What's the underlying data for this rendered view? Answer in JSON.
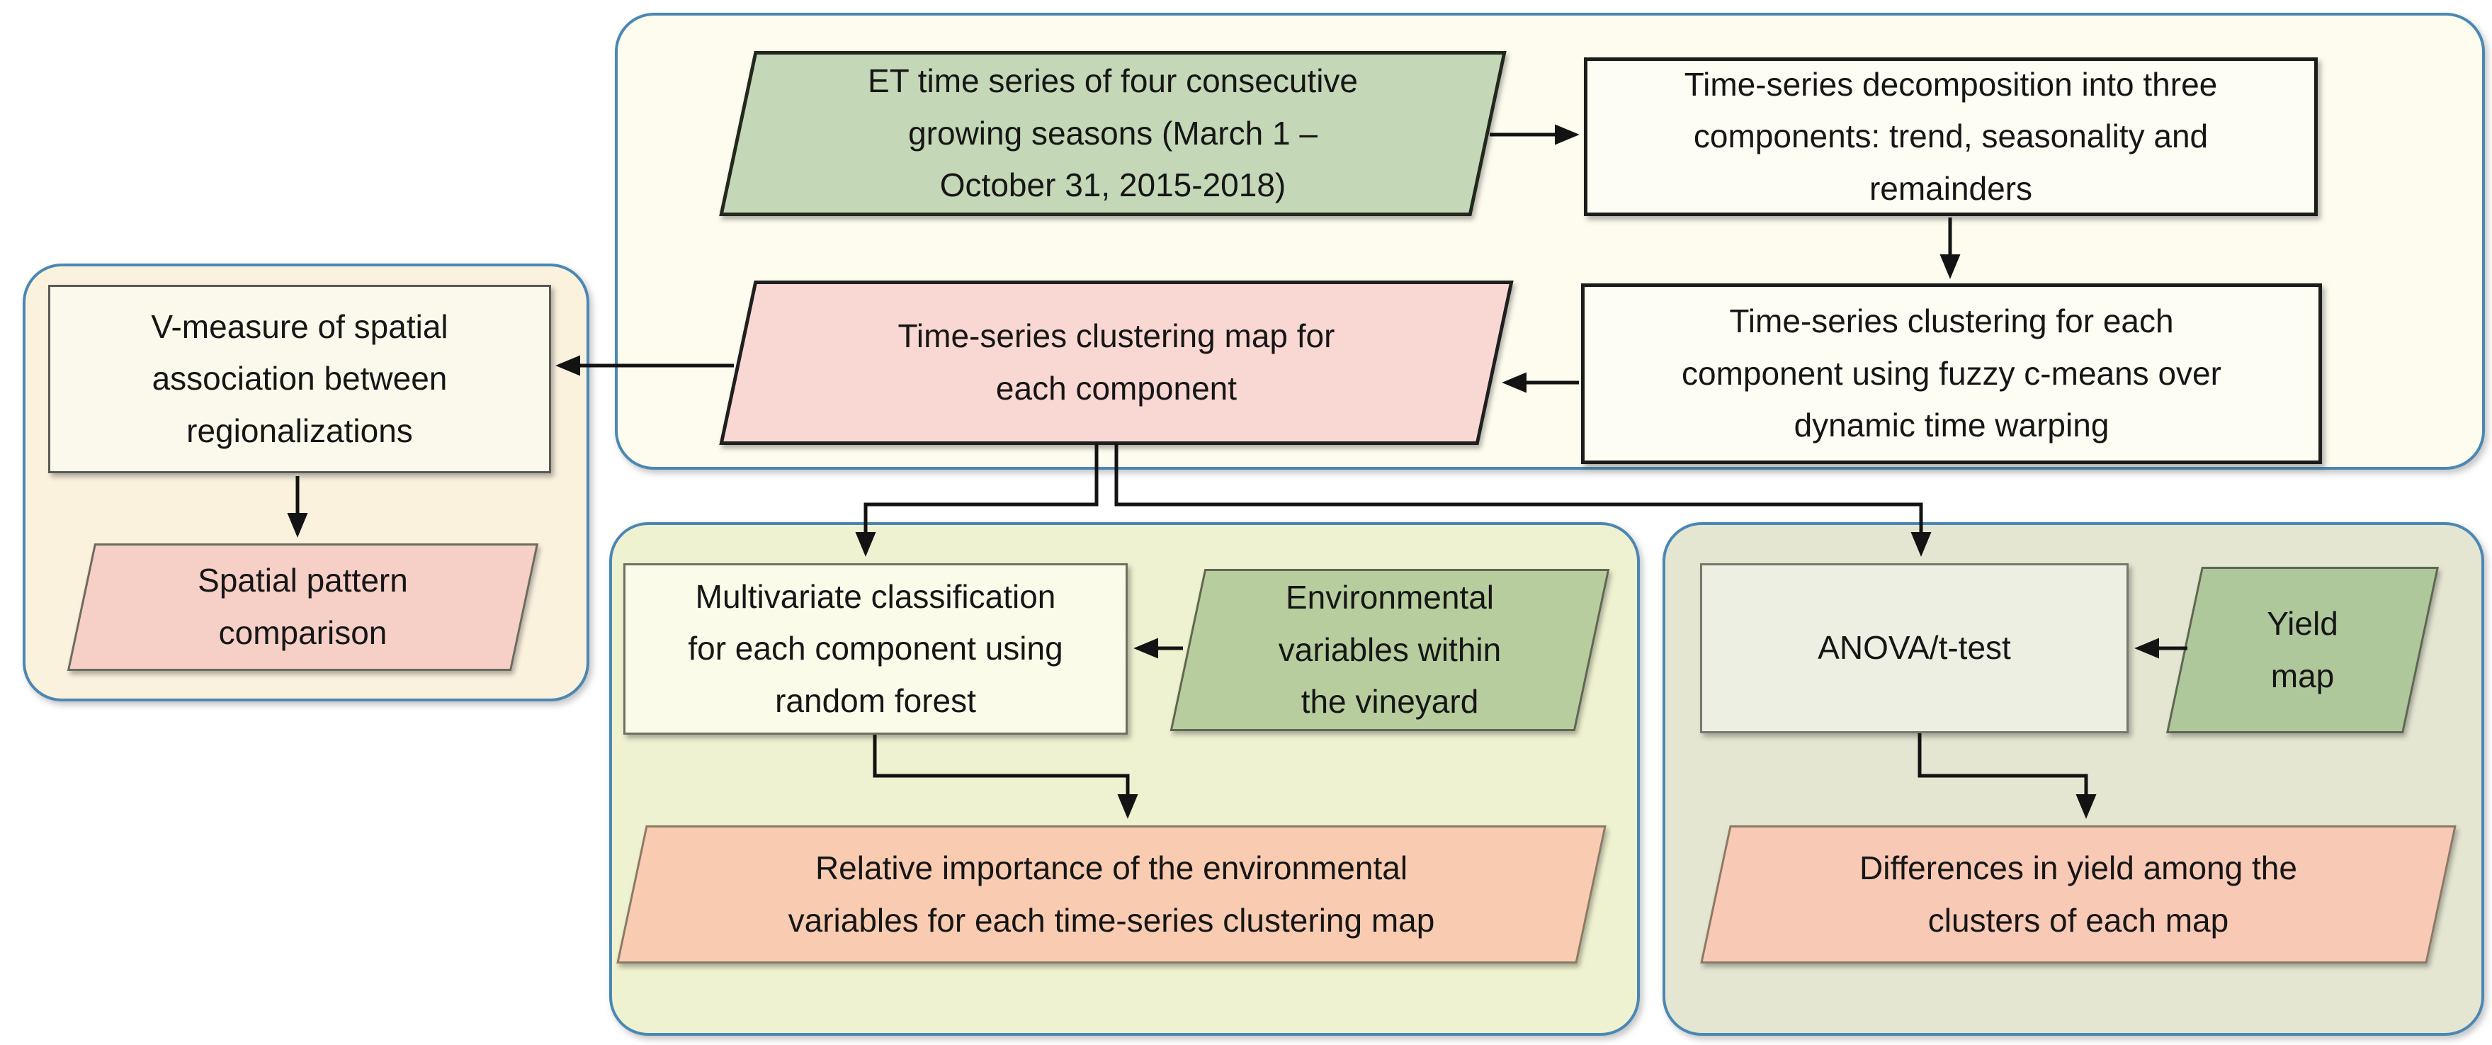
{
  "panels": {
    "pipeline": {
      "fill": "#fdfcee",
      "border": "#4b87b4"
    },
    "comparison": {
      "fill": "#fbf2de",
      "border": "#4b87b4"
    },
    "classification": {
      "fill": "#eff2d0",
      "border": "#4b87b4"
    },
    "yield": {
      "fill": "#e4e6d1",
      "border": "#4b87b4"
    }
  },
  "nodes": {
    "et_time_series": {
      "label": "ET time series of four consecutive\ngrowing seasons (March 1 –\nOctober 31, 2015-2018)",
      "shape": "parallelogram",
      "fill": "#c4d7b6"
    },
    "decomposition": {
      "label": "Time-series decomposition into three\ncomponents: trend, seasonality and\nremainders",
      "shape": "rectangle",
      "fill": "#fdfdf4"
    },
    "clustering": {
      "label": "Time-series clustering for each\ncomponent using fuzzy c-means over\ndynamic time warping",
      "shape": "rectangle",
      "fill": "#fdfdf4"
    },
    "clustering_map": {
      "label": "Time-series clustering map for\neach component",
      "shape": "parallelogram",
      "fill": "#f9d7d3"
    },
    "v_measure": {
      "label": "V-measure of spatial\nassociation between\nregionalizations",
      "shape": "rectangle",
      "fill": "#fbf9ec"
    },
    "spatial_comparison": {
      "label": "Spatial pattern\ncomparison",
      "shape": "parallelogram",
      "fill": "#f6cfc6"
    },
    "multivariate": {
      "label": "Multivariate classification\nfor each component using\nrandom forest",
      "shape": "rectangle",
      "fill": "#fafbe9"
    },
    "environmental": {
      "label": "Environmental\nvariables within\nthe vineyard",
      "shape": "parallelogram",
      "fill": "#b8cd9e"
    },
    "relative_importance": {
      "label": "Relative importance of the environmental\nvariables for each time-series clustering map",
      "shape": "parallelogram",
      "fill": "#f9ccb1"
    },
    "anova": {
      "label": "ANOVA/t-test",
      "shape": "rectangle",
      "fill": "#edefe2"
    },
    "yield_map": {
      "label": "Yield\nmap",
      "shape": "parallelogram",
      "fill": "#aec79b"
    },
    "yield_differences": {
      "label": "Differences in yield among the\nclusters of each map",
      "shape": "parallelogram",
      "fill": "#f8c9b5"
    }
  },
  "edges": [
    {
      "from": "et_time_series",
      "to": "decomposition"
    },
    {
      "from": "decomposition",
      "to": "clustering"
    },
    {
      "from": "clustering",
      "to": "clustering_map"
    },
    {
      "from": "clustering_map",
      "to": "v_measure"
    },
    {
      "from": "v_measure",
      "to": "spatial_comparison"
    },
    {
      "from": "clustering_map",
      "to": "multivariate"
    },
    {
      "from": "clustering_map",
      "to": "anova"
    },
    {
      "from": "environmental",
      "to": "multivariate"
    },
    {
      "from": "multivariate",
      "to": "relative_importance"
    },
    {
      "from": "yield_map",
      "to": "anova"
    },
    {
      "from": "anova",
      "to": "yield_differences"
    }
  ]
}
